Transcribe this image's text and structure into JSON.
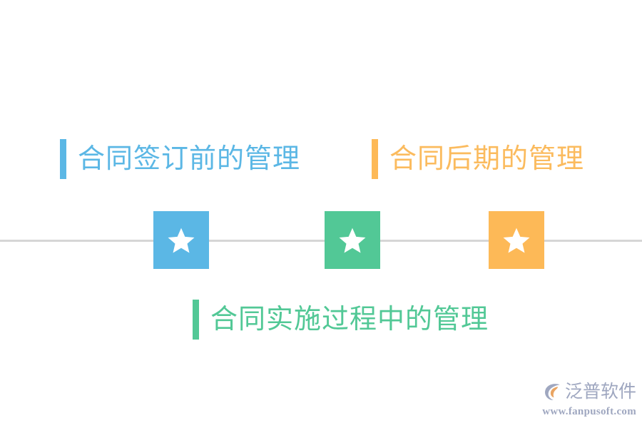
{
  "diagram": {
    "type": "timeline",
    "background_color": "#ffffff",
    "axis": {
      "name": "contract-management-timeline",
      "color": "#d6d6d6"
    },
    "milestones": [
      {
        "id": "pre-signing",
        "icon": "star-icon",
        "color": "#5BB7E5",
        "star_color": "#ffffff",
        "position": "left"
      },
      {
        "id": "implementation",
        "icon": "star-icon",
        "color": "#52C896",
        "star_color": "#ffffff",
        "position": "center"
      },
      {
        "id": "post-contract",
        "icon": "star-icon",
        "color": "#FDB957",
        "star_color": "#ffffff",
        "position": "right"
      }
    ],
    "labels": [
      {
        "id": "pre-signing-label",
        "text": "合同签订前的管理",
        "color": "#5BB7E5",
        "bar_color": "#5BB7E5",
        "placement": "above-left"
      },
      {
        "id": "post-contract-label",
        "text": "合同后期的管理",
        "color": "#FBB champ",
        "bar_color": "#FDB957",
        "placement": "above-right"
      },
      {
        "id": "implementation-label",
        "text": "合同实施过程中的管理",
        "color": "#52C896",
        "bar_color": "#52C896",
        "placement": "below-center"
      }
    ]
  },
  "watermark": {
    "logo_icon": "fanpu-circle-logo-icon",
    "brand": "泛普软件",
    "url": "www.fanpusoft.com",
    "color": "#9aa3bd",
    "accent_color": "#E8A05A"
  }
}
